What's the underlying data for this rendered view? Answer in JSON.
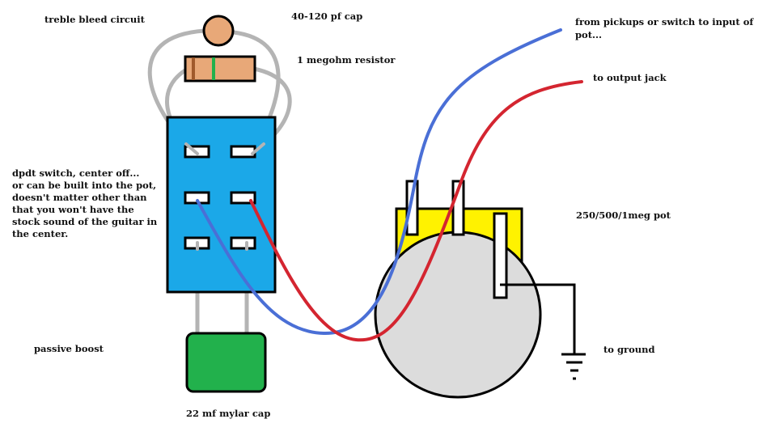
{
  "labels": {
    "treble_bleed": "treble bleed circuit",
    "cap_40_120": "40-120 pf cap",
    "resistor_1meg": "1 megohm resistor",
    "from_pickups_1": "from pickups or switch to input of",
    "from_pickups_2": "pot...",
    "to_output_jack": "to output jack",
    "dpdt_1": "dpdt switch, center off...",
    "dpdt_2": "or can be built into the pot,",
    "dpdt_3": "doesn't matter other than",
    "dpdt_4": "that you won't have the",
    "dpdt_5": "stock sound of the guitar in",
    "dpdt_6": "the center.",
    "pot": "250/500/1meg pot",
    "passive_boost": "passive boost",
    "to_ground": "to ground",
    "mylar_cap": "22 mf mylar cap"
  },
  "colors": {
    "switch_body": "#1BA8E8",
    "pot_body": "#DCDCDC",
    "pot_bracket": "#FFF200",
    "mylar_cap": "#22B14C",
    "bleed_cap": "#E8A878",
    "resistor": "#E8A878",
    "wire_gray": "#B4B4B4",
    "wire_blue": "#4A6FD6",
    "wire_red": "#D42530"
  }
}
